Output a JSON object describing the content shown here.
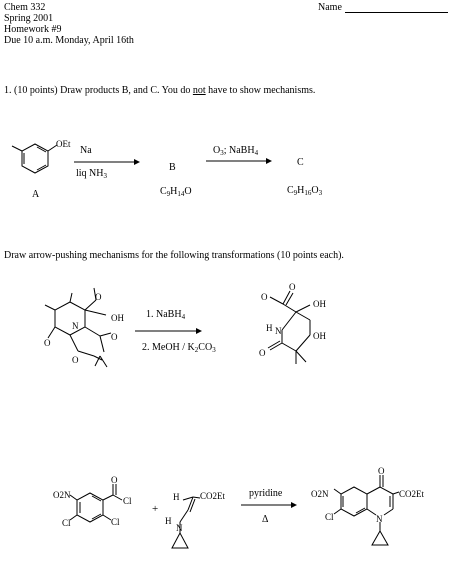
{
  "header": {
    "course": "Chem 332",
    "term": "Spring 2001",
    "homework": "Homework #9",
    "due": "Due 10 a.m. Monday, April 16th",
    "name_label": "Name"
  },
  "question1": {
    "prefix": "1.  (10 points) Draw products B, and C. You do ",
    "emph": "not",
    "suffix": " have to show mechanisms.",
    "reagent1_top": "Na",
    "reagent1_bottom": "liq NH",
    "reagent1_bottom_sub": "3",
    "reagent2_top": "O",
    "reagent2_top_sub": "3",
    "reagent2_top_rest": "; NaBH",
    "reagent2_top_sub2": "4",
    "label_A": "A",
    "label_B": "B",
    "label_C": "C",
    "substituent_A": "OEt",
    "formula_B": [
      "C",
      "9",
      "H",
      "14",
      "O"
    ],
    "formula_C": [
      "C",
      "9",
      "H",
      "16",
      "O",
      "3"
    ]
  },
  "mechanisms": {
    "instruction": "Draw arrow-pushing mechanisms for the following transformations (10 points each).",
    "rxn1": {
      "step1": "1. NaBH",
      "step1_sub": "4",
      "step2": "2. MeOH / K",
      "step2_sub": "2",
      "step2_mid": "CO",
      "step2_sub2": "3",
      "atoms": {
        "O": "O",
        "N": "N",
        "OH": "OH",
        "H": "H"
      }
    },
    "rxn2": {
      "reagent_top": "pyridine",
      "reagent_bottom": "Δ",
      "plus": "+",
      "atoms": {
        "O2N": "O2N",
        "Cl": "Cl",
        "O": "O",
        "H": "H",
        "N": "N",
        "CO2Et": "CO2Et"
      }
    }
  }
}
